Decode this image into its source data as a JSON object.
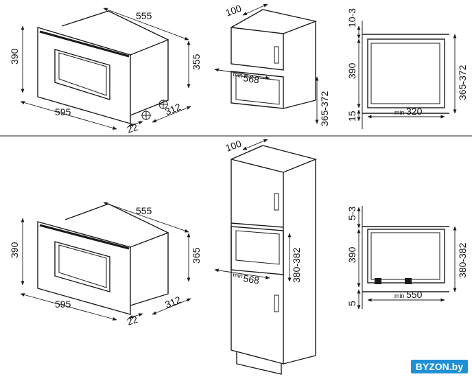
{
  "top_row": {
    "oven_view": {
      "width": "595",
      "depth_total": "555",
      "height": "390",
      "depth_side": "355",
      "depth_front": "22",
      "depth_rear": "312"
    },
    "niche_view": {
      "top_depth": "100",
      "min_label": "min",
      "min_width": "568",
      "niche_height": "365-372"
    },
    "section_view": {
      "gap_top": "10-3",
      "height": "390",
      "gap_bottom": "15",
      "niche_height": "365-372",
      "min_label": "min",
      "min_depth": "320"
    }
  },
  "bottom_row": {
    "oven_view": {
      "width": "595",
      "depth_total": "555",
      "height": "390",
      "depth_side": "365",
      "depth_front": "22",
      "depth_rear": "312"
    },
    "column_view": {
      "top_depth": "100",
      "min_label": "min",
      "min_width": "568",
      "niche_height": "380-382"
    },
    "section_view": {
      "gap_top": "5-3",
      "height": "390",
      "gap_bottom": "5",
      "niche_height": "380-382",
      "min_label": "min",
      "min_depth": "550"
    }
  },
  "watermark": "BYZON.by",
  "colors": {
    "lines": "#1a1a1a",
    "watermark_bg": "#1f8fd6"
  }
}
